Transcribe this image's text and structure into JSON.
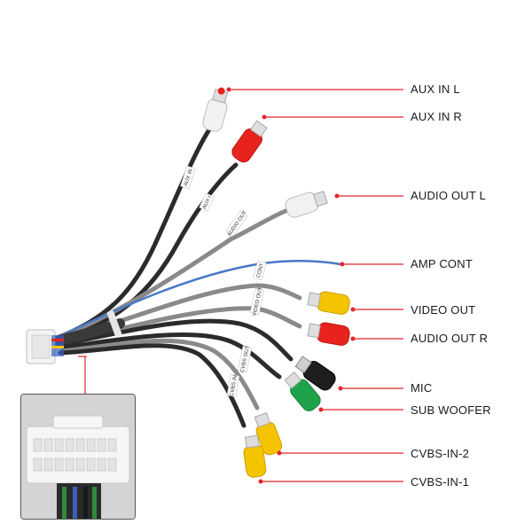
{
  "labels": [
    {
      "id": "aux-in-l",
      "text": "AUX IN L",
      "plug_color": "#f2f2f2"
    },
    {
      "id": "aux-in-r",
      "text": "AUX IN R",
      "plug_color": "#e8221c"
    },
    {
      "id": "audio-out-l",
      "text": "AUDIO OUT L",
      "plug_color": "#f2f2f2"
    },
    {
      "id": "amp-cont",
      "text": "AMP CONT",
      "plug_color": "#3b6fd0"
    },
    {
      "id": "video-out",
      "text": "VIDEO OUT",
      "plug_color": "#f5c400"
    },
    {
      "id": "audio-out-r",
      "text": "AUDIO OUT R",
      "plug_color": "#e8221c"
    },
    {
      "id": "mic",
      "text": "MIC",
      "plug_color": "#1e1e1e"
    },
    {
      "id": "sub-woofer",
      "text": "SUB WOOFER",
      "plug_color": "#1fa34a"
    },
    {
      "id": "cvbs-in-2",
      "text": "CVBS-IN-2",
      "plug_color": "#f5c400"
    },
    {
      "id": "cvbs-in-1",
      "text": "CVBS-IN-1",
      "plug_color": "#f5c400"
    }
  ],
  "cable_tags": {
    "aux_in_1": "AUX IN",
    "aux_in_2": "AUX I",
    "audio_out": "AUDIO OUT",
    "amp": "CONT",
    "video_out": "VIDEO OUT",
    "cvbs_out": "CVBS OUT",
    "cvbs_in": "CVBS IN"
  },
  "colors": {
    "leader_line": "#e0262b",
    "cable_black": "#2b2b2b",
    "cable_grey": "#8a8a8a",
    "amp_wire": "#4a78c8",
    "connector": "#f4f4f4"
  }
}
